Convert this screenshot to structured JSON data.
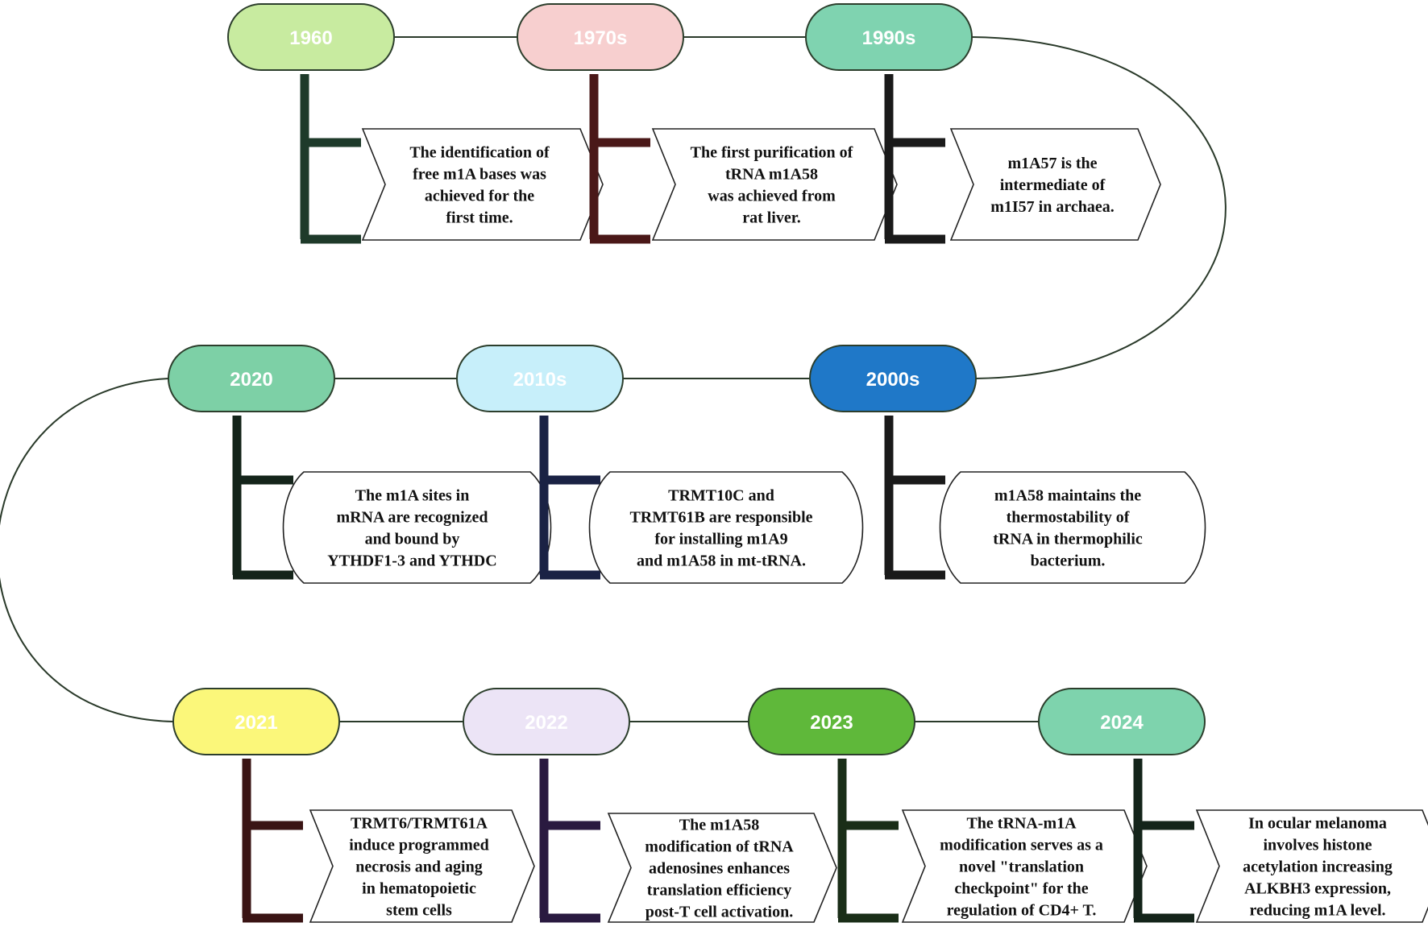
{
  "milestones": [
    {
      "year": "1960",
      "color": "#c8eba0",
      "bracket": "#1e3a2a",
      "text": [
        "The identification of",
        "free m1A bases was",
        "achieved for the",
        "first time."
      ]
    },
    {
      "year": "1970s",
      "color": "#f7cfcf",
      "bracket": "#4a1818",
      "text": [
        "The first purification of",
        "tRNA m1A58",
        "was achieved from",
        "rat liver."
      ]
    },
    {
      "year": "1990s",
      "color": "#7fd3b0",
      "bracket": "#1a1a1a",
      "text": [
        "m1A57 is the",
        "intermediate of",
        "m1I57 in archaea."
      ]
    },
    {
      "year": "2020",
      "color": "#7dd0a6",
      "bracket": "#14241a",
      "text": [
        "The m1A sites in",
        "mRNA are recognized",
        "and bound by",
        "YTHDF1-3 and YTHDC"
      ]
    },
    {
      "year": "2010s",
      "color": "#c7effa",
      "bracket": "#1a2244",
      "text": [
        "TRMT10C and",
        "TRMT61B are responsible",
        "for installing m1A9",
        "and m1A58 in mt-tRNA."
      ]
    },
    {
      "year": "2000s",
      "color": "#1f78c8",
      "bracket": "#1a1a1a",
      "text": [
        "m1A58 maintains the",
        "thermostability of",
        "tRNA in thermophilic",
        "bacterium."
      ]
    },
    {
      "year": "2021",
      "color": "#fbf77a",
      "bracket": "#3a1414",
      "text": [
        "TRMT6/TRMT61A",
        "induce programmed",
        "necrosis and aging",
        "in hematopoietic",
        "stem cells"
      ]
    },
    {
      "year": "2022",
      "color": "#ece4f6",
      "bracket": "#2a1a40",
      "text": [
        "The m1A58",
        "modification of tRNA",
        "adenosines enhances",
        "translation efficiency",
        "post-T cell activation."
      ]
    },
    {
      "year": "2023",
      "color": "#5fb83a",
      "bracket": "#1a2e18",
      "text": [
        "The tRNA-m1A",
        "modification serves as a",
        "novel \"translation",
        "checkpoint\" for the",
        "regulation of CD4+ T."
      ]
    },
    {
      "year": "2024",
      "color": "#7ed3ad",
      "bracket": "#14241a",
      "text": [
        "In ocular melanoma",
        "involves histone",
        "acetylation increasing",
        "ALKBH3 expression,",
        "reducing m1A level."
      ]
    }
  ]
}
